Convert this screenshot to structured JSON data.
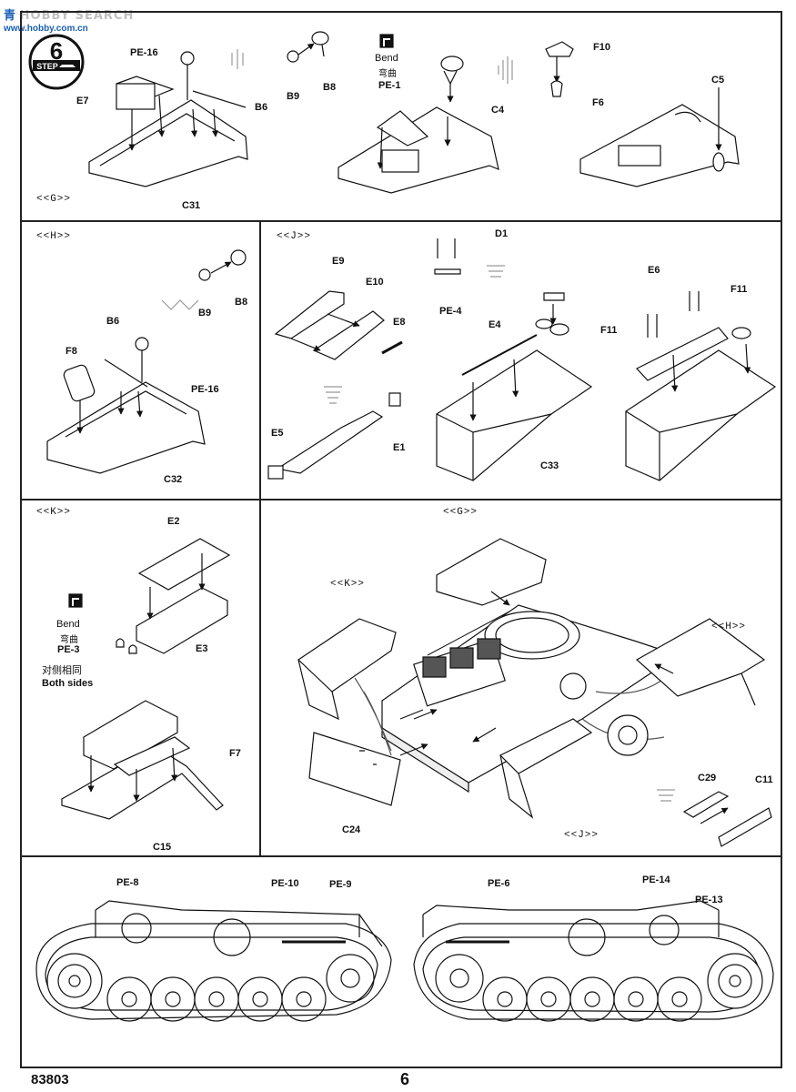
{
  "watermark": {
    "cn": "青",
    "en": "HOBBY SEARCH",
    "url": "www.hobby.com.cn"
  },
  "step": {
    "number": "6",
    "label": "STEP"
  },
  "bend": {
    "en": "Bend",
    "cn": "弯曲"
  },
  "panel_g": {
    "section": "<<G>>",
    "labels": {
      "pe16": "PE-16",
      "e7": "E7",
      "b6": "B6",
      "c31": "C31",
      "b9": "B9",
      "b8": "B8",
      "pe1": "PE-1",
      "c4": "C4",
      "f10": "F10",
      "f6": "F6",
      "c5": "C5"
    }
  },
  "panel_h": {
    "section": "<<H>>",
    "labels": {
      "b9": "B9",
      "b8": "B8",
      "b6": "B6",
      "f8": "F8",
      "pe16": "PE-16",
      "c32": "C32"
    }
  },
  "panel_j": {
    "section": "<<J>>",
    "labels": {
      "e9": "E9",
      "e10": "E10",
      "e8": "E8",
      "e5": "E5",
      "e1": "E1",
      "d1": "D1",
      "pe4": "PE-4",
      "e4": "E4",
      "f11a": "F11",
      "c33": "C33",
      "e6": "E6",
      "f11b": "F11"
    }
  },
  "panel_k": {
    "section": "<<K>>",
    "labels": {
      "e2": "E2",
      "pe3": "PE-3",
      "e3": "E3",
      "f7": "F7",
      "c15": "C15"
    },
    "note_cn": "对侧相同",
    "note_en": "Both sides"
  },
  "panel_main": {
    "sections": {
      "g": "<<G>>",
      "k": "<<K>>",
      "h": "<<H>>",
      "j": "<<J>>"
    },
    "labels": {
      "c24": "C24",
      "c29": "C29",
      "c11": "C11"
    }
  },
  "panel_side": {
    "labels": {
      "pe8": "PE-8",
      "pe10": "PE-10",
      "pe9": "PE-9",
      "pe6": "PE-6",
      "pe14": "PE-14",
      "pe13": "PE-13"
    }
  },
  "footer": {
    "code": "83803",
    "page": "6"
  }
}
